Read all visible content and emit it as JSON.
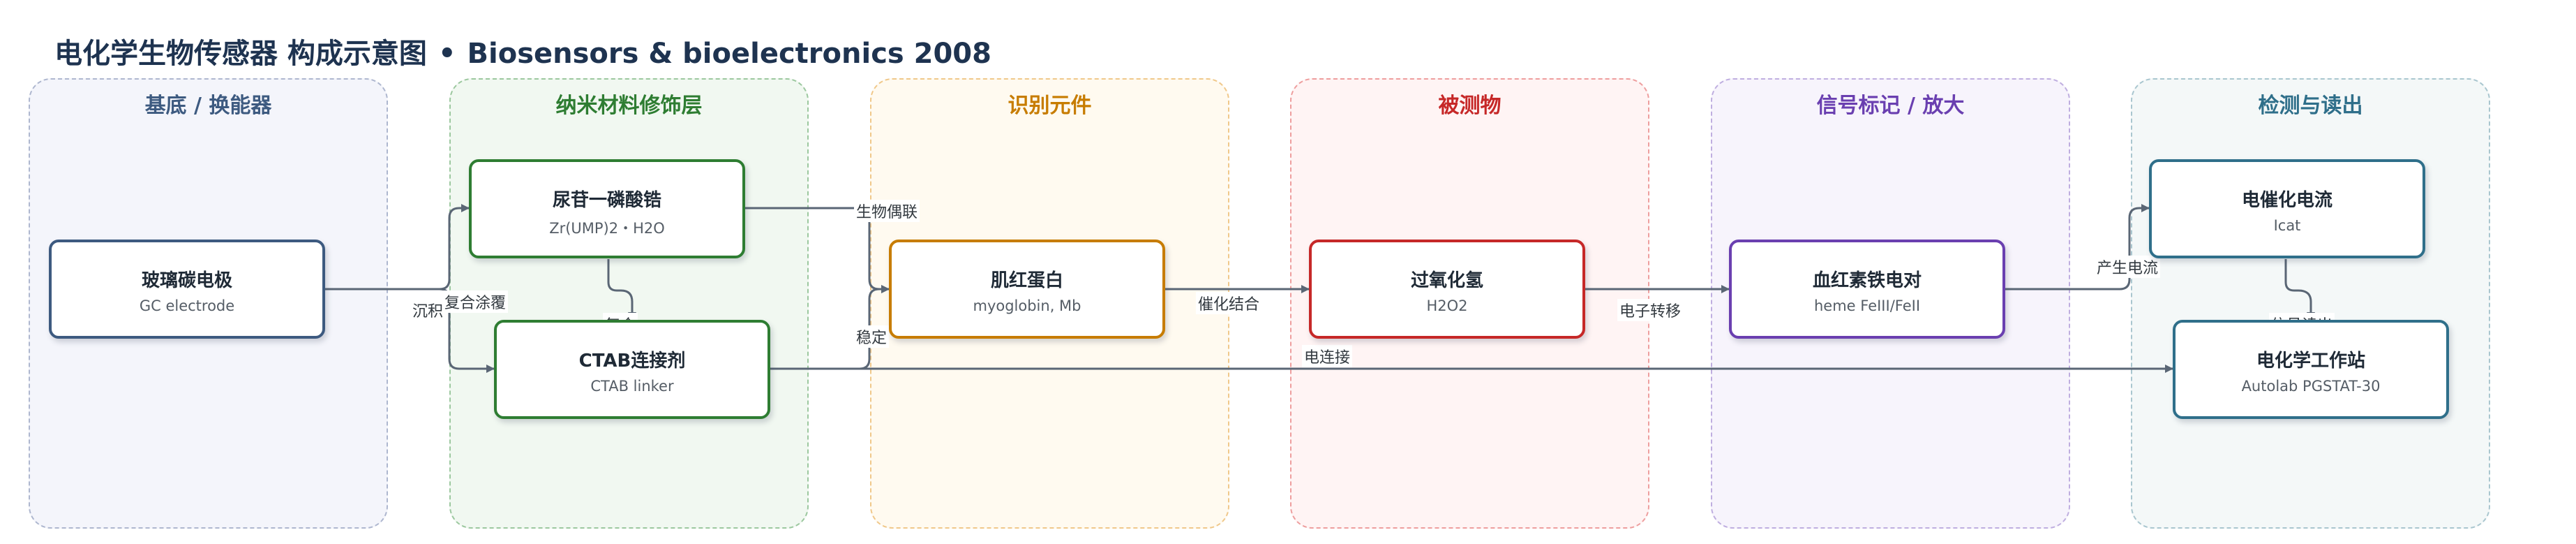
{
  "title": {
    "zh": "电化学生物传感器 构成示意图",
    "separator": "•",
    "en": "Biosensors & bioelectronics 2008"
  },
  "lanes": [
    {
      "title": "基底 / 换能器",
      "color": "#3d5a80"
    },
    {
      "title": "纳米材料修饰层",
      "color": "#2e7d32"
    },
    {
      "title": "识别元件",
      "color": "#c77c00"
    },
    {
      "title": "被测物",
      "color": "#c62828"
    },
    {
      "title": "信号标记 / 放大",
      "color": "#6a3fb0"
    },
    {
      "title": "检测与读出",
      "color": "#2f6f8a"
    }
  ],
  "nodes": {
    "gc_electrode": {
      "name": "玻璃碳电极",
      "sub": "GC electrode"
    },
    "zr_ump": {
      "name": "尿苷一磷酸锆",
      "sub": "Zr(UMP)2・H2O"
    },
    "ctab": {
      "name": "CTAB连接剂",
      "sub": "CTAB linker"
    },
    "myoglobin": {
      "name": "肌红蛋白",
      "sub": "myoglobin, Mb"
    },
    "h2o2": {
      "name": "过氧化氢",
      "sub": "H2O2"
    },
    "heme": {
      "name": "血红素铁电对",
      "sub": "heme FeIII/FeII"
    },
    "icat": {
      "name": "电催化电流",
      "sub": "Icat"
    },
    "workstation": {
      "name": "电化学工作站",
      "sub": "Autolab PGSTAT-30"
    }
  },
  "edge_labels": {
    "bioconjugation": "生物偶联",
    "deposition": "沉积",
    "composite_coating": "复合涂覆",
    "composite": "复合",
    "stabilize": "稳定",
    "catalytic_binding": "催化结合",
    "electron_transfer": "电子转移",
    "generate_current": "产生电流",
    "signal_readout": "信号读出",
    "electrical_connection": "电连接"
  }
}
